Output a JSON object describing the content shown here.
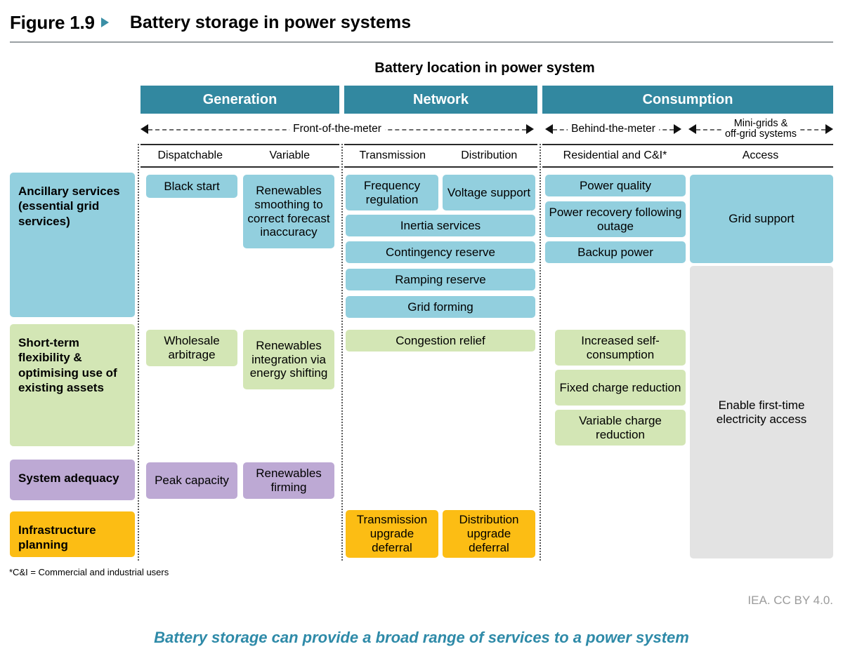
{
  "figure": {
    "number": "Figure 1.9",
    "triangle_icon": "play-triangle-icon",
    "title": "Battery storage in power systems",
    "chart_title": "Battery location in power system",
    "footnote": "*C&I = Commercial and industrial users",
    "credit": "IEA. CC BY 4.0.",
    "caption": "Battery storage can provide a broad range of services to a power system"
  },
  "colors": {
    "teal_band": "#3288a0",
    "blue": "#92cfde",
    "green": "#d3e6b5",
    "purple": "#bda9d4",
    "yellow": "#fcbd14",
    "gray": "#e3e3e3",
    "caption_blue": "#2e8aa8",
    "triangle": "#3b8fa6"
  },
  "bands": {
    "generation": "Generation",
    "network": "Network",
    "consumption": "Consumption"
  },
  "meter_arrows": {
    "front": "Front-of-the-meter",
    "behind": "Behind-the-meter",
    "minigrids_line1": "Mini-grids &",
    "minigrids_line2": "off-grid systems"
  },
  "subheaders": {
    "dispatchable": "Dispatchable",
    "variable": "Variable",
    "transmission": "Transmission",
    "distribution": "Distribution",
    "residential": "Residential and C&I*",
    "access": "Access"
  },
  "row_labels": [
    {
      "id": "ancillary",
      "text": "Ancillary services (essential grid services)"
    },
    {
      "id": "short-term",
      "text": "Short-term flexibility & optimising use of existing assets"
    },
    {
      "id": "adequacy",
      "text": "System adequacy"
    },
    {
      "id": "infra",
      "text": "Infrastructure planning"
    }
  ],
  "cells": {
    "generation": {
      "ancillary": [
        "Black start",
        "Renewables smoothing to correct forecast inaccuracy"
      ],
      "short_term": [
        "Wholesale arbitrage",
        "Renewables integration via energy shifting"
      ],
      "adequacy": [
        "Peak capacity",
        "Renewables firming"
      ],
      "infra": []
    },
    "network": {
      "ancillary": [
        "Frequency regulation",
        "Voltage support",
        "Inertia services",
        "Contingency reserve",
        "Ramping reserve",
        "Grid forming"
      ],
      "short_term": [
        "Congestion relief"
      ],
      "adequacy": [],
      "infra": [
        "Transmission upgrade deferral",
        "Distribution upgrade deferral"
      ]
    },
    "consumption_residential": {
      "ancillary": [
        "Power quality",
        "Power recovery following outage",
        "Backup power"
      ],
      "short_term": [
        "Increased self-consumption",
        "Fixed charge reduction",
        "Variable charge reduction"
      ],
      "adequacy": [],
      "infra": []
    },
    "consumption_access": {
      "ancillary": [
        "Grid support"
      ],
      "other": [
        "Enable first-time electricity access"
      ]
    }
  }
}
